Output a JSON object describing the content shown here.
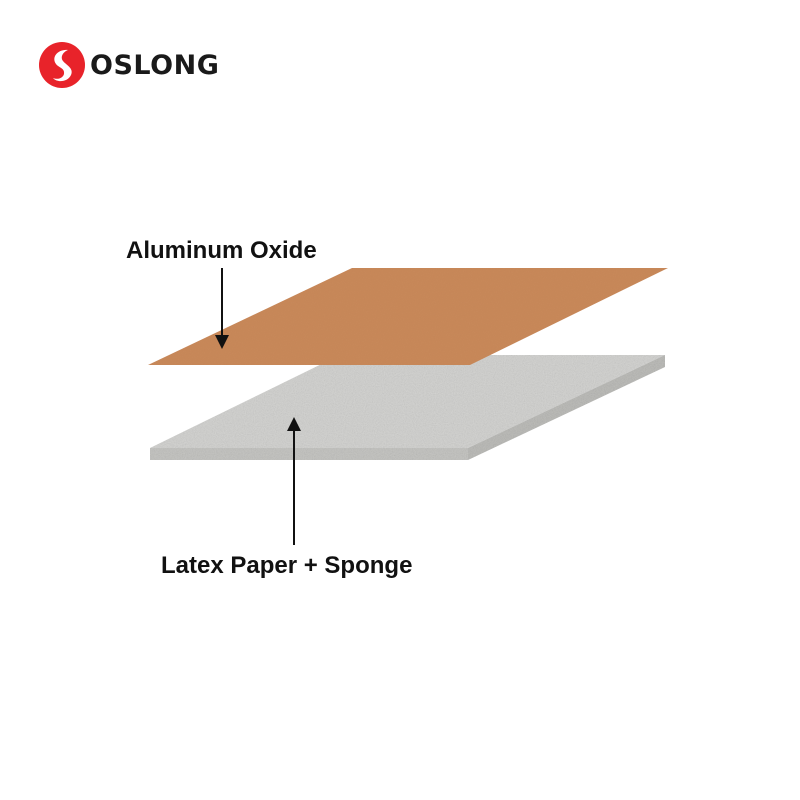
{
  "brand": {
    "name": "OSLONG",
    "logo_icon": "red-circle-swirl-logo",
    "logo_color": "#e8232a"
  },
  "layers": [
    {
      "label": "Aluminum Oxide",
      "color": "#c9895a"
    },
    {
      "label": "Latex Paper + Sponge",
      "color": "#d4d4d2"
    }
  ]
}
